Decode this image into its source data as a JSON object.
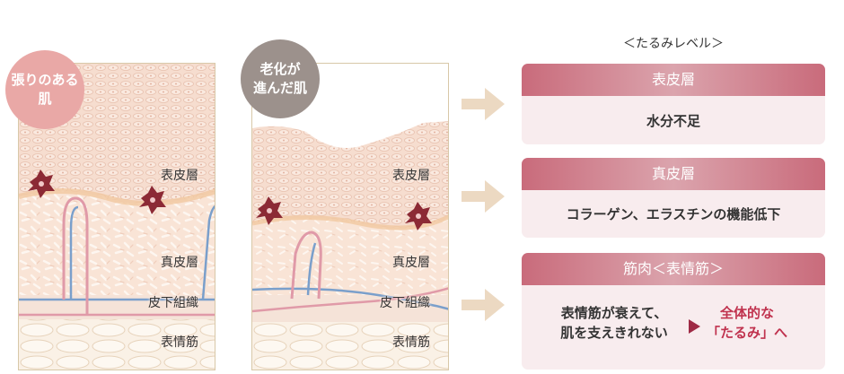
{
  "badges": {
    "young": [
      "張りのある",
      "肌"
    ],
    "aged": [
      "老化が",
      "進んだ肌"
    ]
  },
  "layers": {
    "epidermis": "表皮層",
    "dermis": "真皮層",
    "subcutaneous": "皮下組織",
    "muscle": "表情筋"
  },
  "level_title": "＜たるみレベル＞",
  "cards": {
    "epidermis": {
      "title": "表皮層",
      "body": "水分不足"
    },
    "dermis": {
      "title": "真皮層",
      "body": "コラーゲン、エラスチンの機能低下"
    },
    "muscle": {
      "title": "筋肉＜表情筋＞",
      "body_lines": [
        "表情筋が衰えて、",
        "肌を支えきれない"
      ],
      "result_lines": [
        "全体的な",
        "「たるみ」へ"
      ]
    }
  },
  "colors": {
    "card_header": "#c96b7b",
    "card_body": "#f8ecee",
    "result_text": "#c0324e",
    "arrow": "#ecd9c2",
    "badge_young": "#e9a8a6",
    "badge_aged": "#9c918c",
    "vessel_blue": "#7a9fcb",
    "vessel_red": "#e09aa8"
  }
}
